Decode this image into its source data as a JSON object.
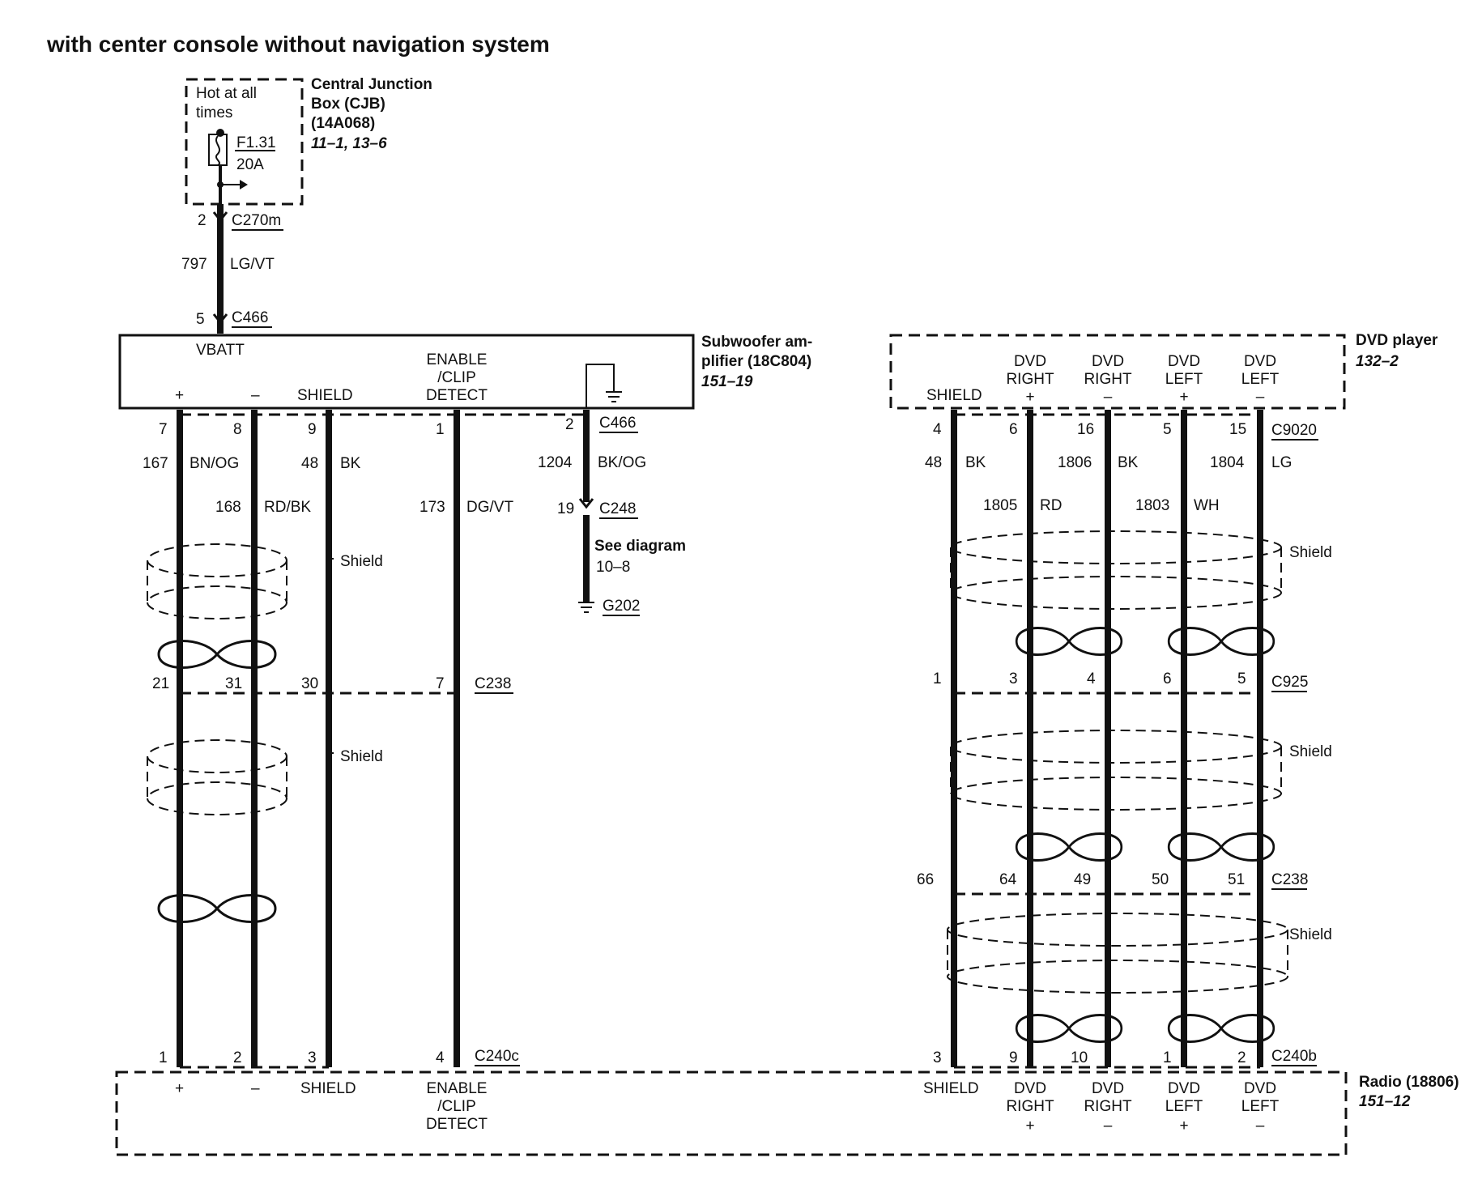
{
  "title": "with center console without navigation system",
  "cjb": {
    "hot": [
      "Hot at all",
      "times"
    ],
    "fuse": "F1.31",
    "amps": "20A",
    "name": [
      "Central Junction",
      "Box (CJB)",
      "(14A068)"
    ],
    "ref": "11–1, 13–6",
    "pin": "2",
    "conn": "C270m",
    "circuit": "797",
    "color": "LG/VT"
  },
  "sub_in": {
    "pin": "5",
    "conn": "C466"
  },
  "sub": {
    "name": [
      "Subwoofer am-",
      "plifier (18C804)"
    ],
    "ref": "151–19",
    "vbatt": "VBATT",
    "plus": "+",
    "minus": "–",
    "shield": "SHIELD",
    "enable": [
      "ENABLE",
      "/CLIP",
      "DETECT"
    ]
  },
  "sub_wires": {
    "pins": [
      "7",
      "8",
      "9",
      "1",
      "2"
    ],
    "conn": "C466",
    "c167": "167",
    "col167": "BN/OG",
    "c168": "168",
    "col168": "RD/BK",
    "c48": "48",
    "col48": "BK",
    "c173": "173",
    "col173": "DG/VT",
    "c1204": "1204",
    "col1204": "BK/OG",
    "pin19": "19",
    "c248": "C248",
    "see": "See diagram",
    "see_ref": "10–8",
    "ground": "G202",
    "shield": "Shield",
    "c238_pins": [
      "21",
      "31",
      "30",
      "7"
    ],
    "c238": "C238",
    "c240c_pins": [
      "1",
      "2",
      "3",
      "4"
    ],
    "c240c": "C240c"
  },
  "dvd": {
    "name": "DVD player",
    "ref": "132–2",
    "shield": "SHIELD",
    "cols": [
      {
        "l1": "DVD",
        "l2": "RIGHT",
        "sign": "+"
      },
      {
        "l1": "DVD",
        "l2": "RIGHT",
        "sign": "–"
      },
      {
        "l1": "DVD",
        "l2": "LEFT",
        "sign": "+"
      },
      {
        "l1": "DVD",
        "l2": "LEFT",
        "sign": "–"
      }
    ]
  },
  "dvd_wires": {
    "pins": [
      "4",
      "6",
      "16",
      "5",
      "15"
    ],
    "conn": "C9020",
    "c48": "48",
    "col48": "BK",
    "c1806": "1806",
    "col1806": "BK",
    "c1804": "1804",
    "col1804": "LG",
    "c1805": "1805",
    "col1805": "RD",
    "c1803": "1803",
    "col1803": "WH",
    "shield": "Shield",
    "c925_pins": [
      "1",
      "3",
      "4",
      "6",
      "5"
    ],
    "c925": "C925",
    "c238_pins": [
      "66",
      "64",
      "49",
      "50",
      "51"
    ],
    "c238": "C238",
    "c240b_pins": [
      "3",
      "9",
      "10",
      "1",
      "2"
    ],
    "c240b": "C240b"
  },
  "radio": {
    "name": "Radio (18806)",
    "ref": "151–12",
    "left": {
      "plus": "+",
      "minus": "–",
      "shield": "SHIELD",
      "enable": [
        "ENABLE",
        "/CLIP",
        "DETECT"
      ]
    },
    "shield": "SHIELD",
    "cols": [
      {
        "l1": "DVD",
        "l2": "RIGHT",
        "sign": "+"
      },
      {
        "l1": "DVD",
        "l2": "RIGHT",
        "sign": "–"
      },
      {
        "l1": "DVD",
        "l2": "LEFT",
        "sign": "+"
      },
      {
        "l1": "DVD",
        "l2": "LEFT",
        "sign": "–"
      }
    ]
  }
}
